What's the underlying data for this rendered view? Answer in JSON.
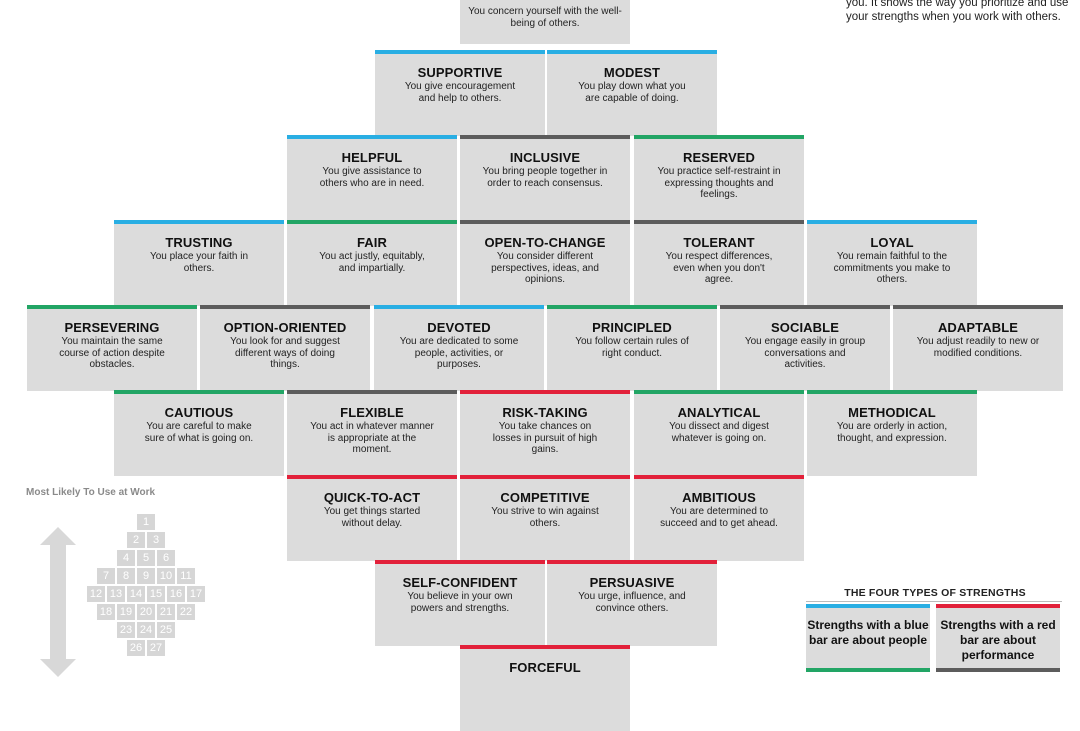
{
  "top_card_desc": "You concern yourself with the well-being of others.",
  "top_right_text": "you. It shows the way you prioritize and use your strengths when you work with others.",
  "cards": [
    {
      "id": "supportive",
      "title": "SUPPORTIVE",
      "desc": "You give encouragement and help to others.",
      "bar": "blue"
    },
    {
      "id": "modest",
      "title": "MODEST",
      "desc": "You play down what you are capable of doing.",
      "bar": "blue"
    },
    {
      "id": "helpful",
      "title": "HELPFUL",
      "desc": "You give assistance to others who are in need.",
      "bar": "blue"
    },
    {
      "id": "inclusive",
      "title": "INCLUSIVE",
      "desc": "You bring people together in order to reach consensus.",
      "bar": "dark"
    },
    {
      "id": "reserved",
      "title": "RESERVED",
      "desc": "You practice self-restraint in expressing thoughts and feelings.",
      "bar": "green"
    },
    {
      "id": "trusting",
      "title": "TRUSTING",
      "desc": "You place your faith in others.",
      "bar": "blue"
    },
    {
      "id": "fair",
      "title": "FAIR",
      "desc": "You act justly, equitably, and impartially.",
      "bar": "green"
    },
    {
      "id": "open-to-change",
      "title": "OPEN-TO-CHANGE",
      "desc": "You consider different perspectives, ideas, and opinions.",
      "bar": "dark"
    },
    {
      "id": "tolerant",
      "title": "TOLERANT",
      "desc": "You respect differences, even when you don't agree.",
      "bar": "dark"
    },
    {
      "id": "loyal",
      "title": "LOYAL",
      "desc": "You remain faithful to the commitments you make to others.",
      "bar": "blue"
    },
    {
      "id": "persevering",
      "title": "PERSEVERING",
      "desc": "You maintain the same course of action despite obstacles.",
      "bar": "green"
    },
    {
      "id": "option-oriented",
      "title": "OPTION-ORIENTED",
      "desc": "You look for and suggest different ways of doing things.",
      "bar": "dark"
    },
    {
      "id": "devoted",
      "title": "DEVOTED",
      "desc": "You are dedicated to some people, activities, or purposes.",
      "bar": "blue"
    },
    {
      "id": "principled",
      "title": "PRINCIPLED",
      "desc": "You follow certain rules of right conduct.",
      "bar": "green"
    },
    {
      "id": "sociable",
      "title": "SOCIABLE",
      "desc": "You engage easily in group conversations and activities.",
      "bar": "dark"
    },
    {
      "id": "adaptable",
      "title": "ADAPTABLE",
      "desc": "You adjust readily to new or modified conditions.",
      "bar": "dark"
    },
    {
      "id": "cautious",
      "title": "CAUTIOUS",
      "desc": "You are careful to make sure of what is going on.",
      "bar": "green"
    },
    {
      "id": "flexible",
      "title": "FLEXIBLE",
      "desc": "You act in whatever manner is appropriate at the moment.",
      "bar": "dark"
    },
    {
      "id": "risk-taking",
      "title": "RISK-TAKING",
      "desc": "You take chances on losses in pursuit of high gains.",
      "bar": "red"
    },
    {
      "id": "analytical",
      "title": "ANALYTICAL",
      "desc": "You dissect and digest whatever is going on.",
      "bar": "green"
    },
    {
      "id": "methodical",
      "title": "METHODICAL",
      "desc": "You are orderly in action, thought, and expression.",
      "bar": "green"
    },
    {
      "id": "quick-to-act",
      "title": "QUICK-TO-ACT",
      "desc": "You get things started without delay.",
      "bar": "red"
    },
    {
      "id": "competitive",
      "title": "COMPETITIVE",
      "desc": "You strive to win against others.",
      "bar": "red"
    },
    {
      "id": "ambitious",
      "title": "AMBITIOUS",
      "desc": "You are determined to succeed and to get ahead.",
      "bar": "red"
    },
    {
      "id": "self-confident",
      "title": "SELF-CONFIDENT",
      "desc": "You believe in your own powers and strengths.",
      "bar": "red"
    },
    {
      "id": "persuasive",
      "title": "PERSUASIVE",
      "desc": "You urge, influence, and convince others.",
      "bar": "red"
    },
    {
      "id": "forceful",
      "title": "FORCEFUL",
      "desc": "",
      "bar": "red"
    }
  ],
  "mini_map": {
    "title": "Most Likely To Use at Work",
    "rows": [
      [
        "1"
      ],
      [
        "2",
        "3"
      ],
      [
        "4",
        "5",
        "6"
      ],
      [
        "7",
        "8",
        "9",
        "10",
        "11"
      ],
      [
        "12",
        "13",
        "14",
        "15",
        "16",
        "17"
      ],
      [
        "18",
        "19",
        "20",
        "21",
        "22"
      ],
      [
        "23",
        "24",
        "25"
      ],
      [
        "26",
        "27"
      ]
    ]
  },
  "legend": {
    "title": "THE FOUR TYPES OF STRENGTHS",
    "blue": "Strengths with a blue bar are about people",
    "red": "Strengths with a red bar are about performance"
  },
  "colors": {
    "blue": "#29aee3",
    "green": "#22a565",
    "red": "#e2213a",
    "dark": "#5c5c5c",
    "card": "#dcdcdc"
  }
}
